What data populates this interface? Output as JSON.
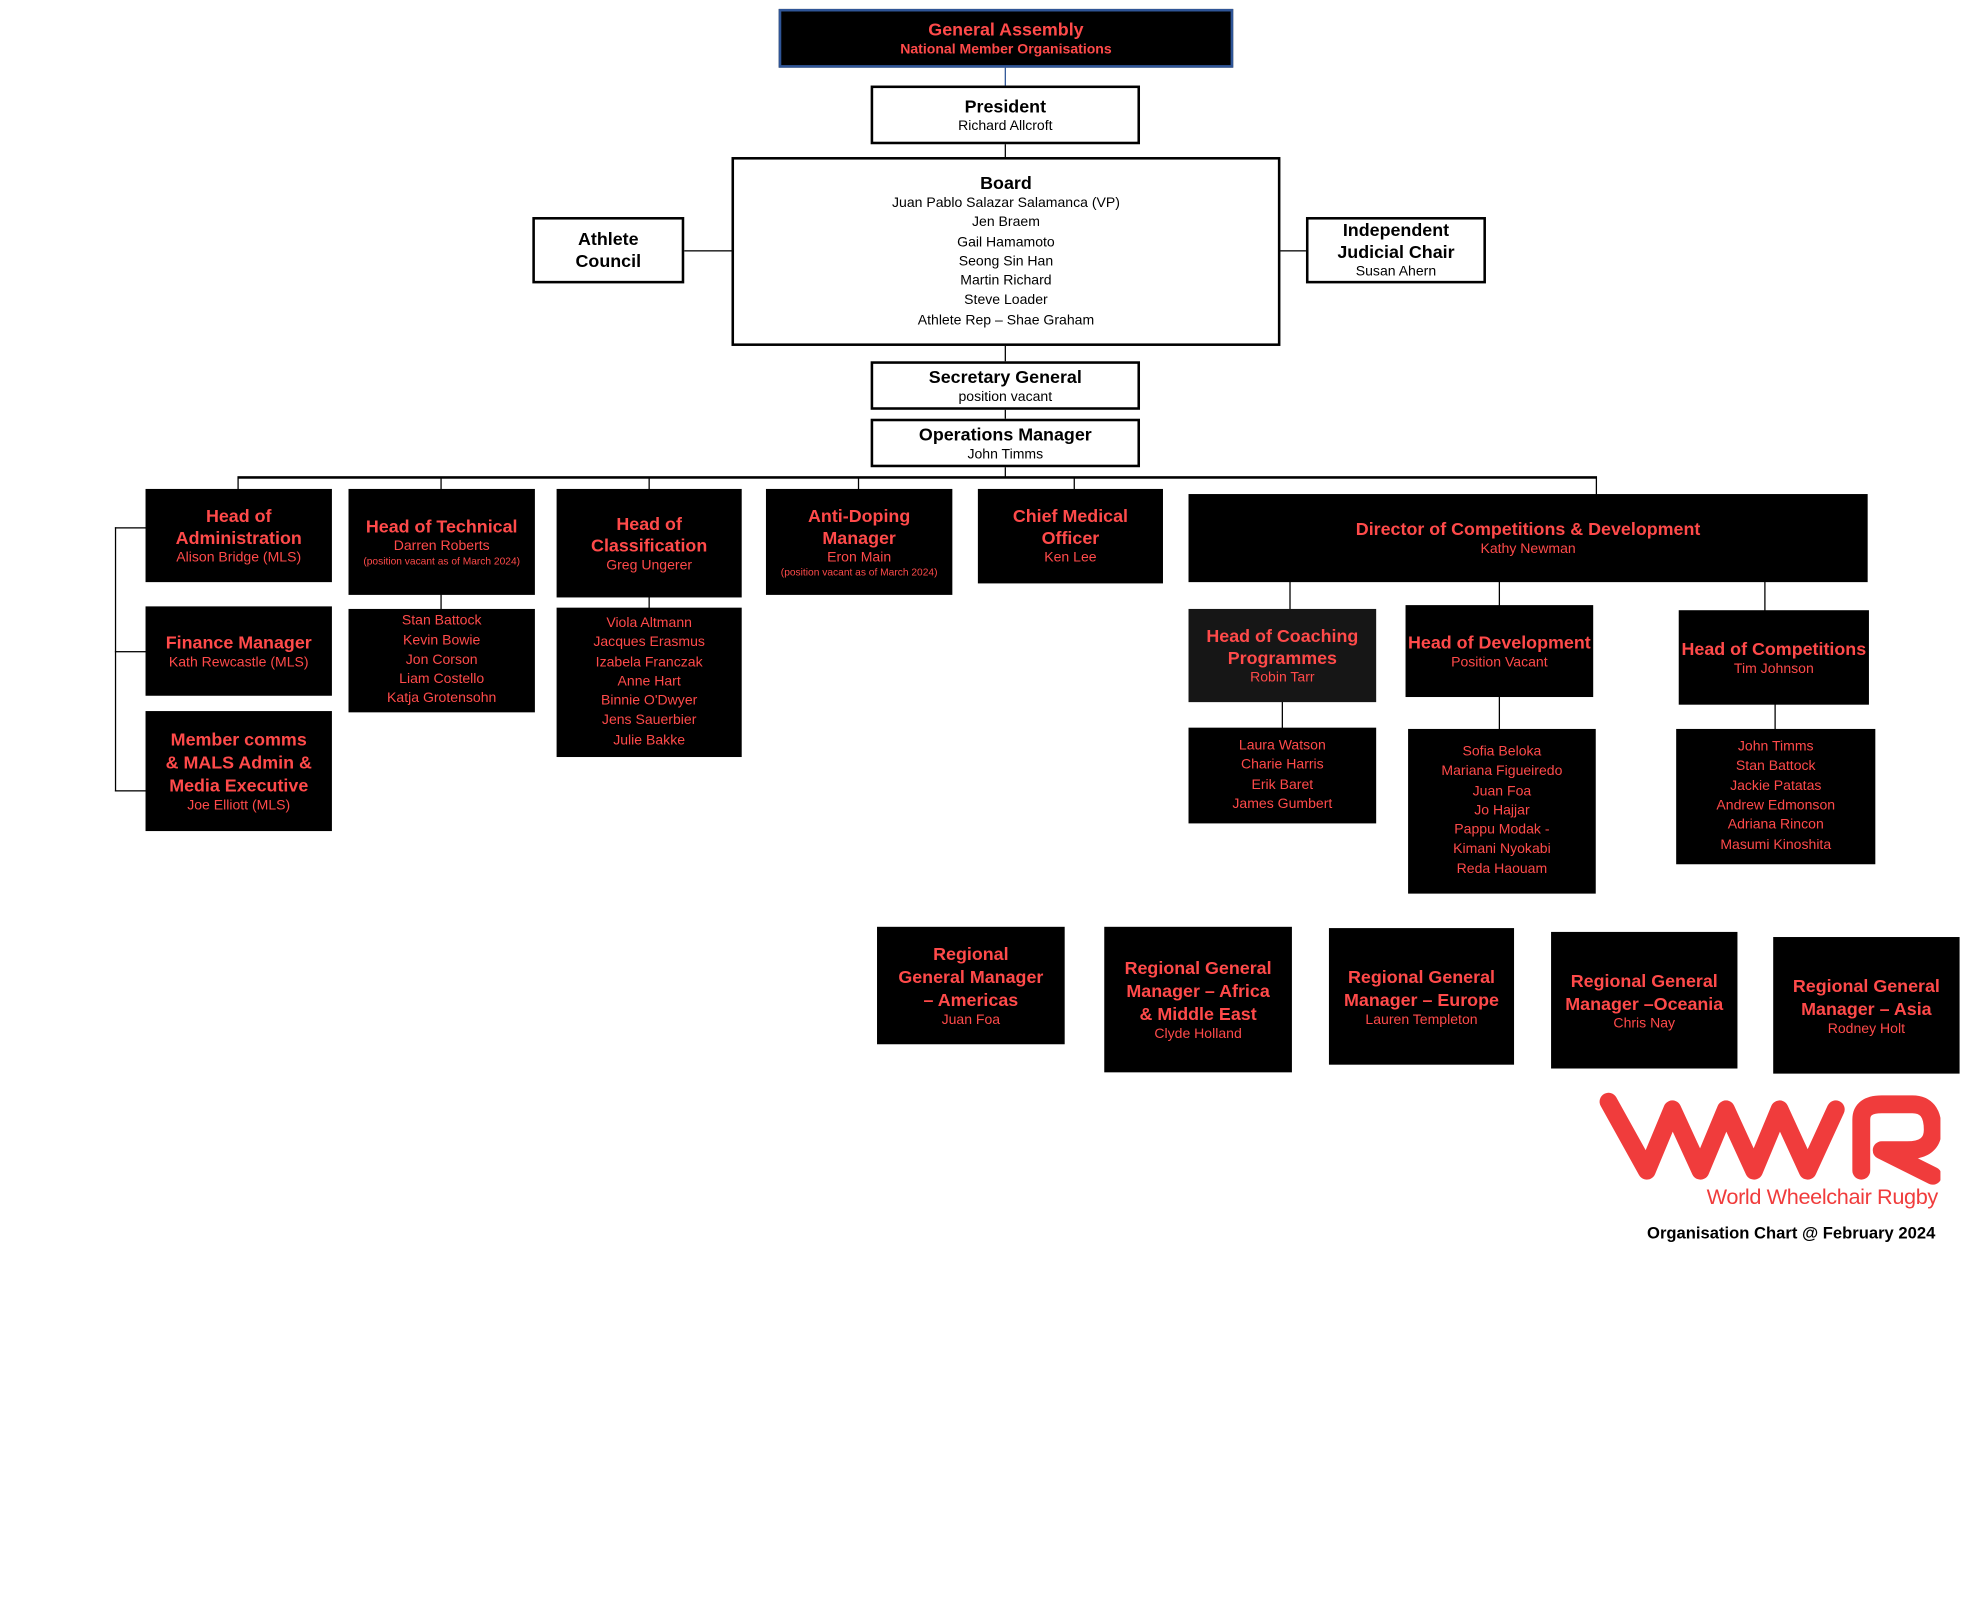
{
  "general_assembly": {
    "title": "General Assembly",
    "subtitle": "National Member Organisations"
  },
  "president": {
    "title": "President",
    "name": "Richard Allcroft"
  },
  "board": {
    "title": "Board",
    "members": [
      "Juan Pablo Salazar Salamanca (VP)",
      "Jen Braem",
      "Gail Hamamoto",
      "Seong Sin Han",
      "Martin Richard",
      "Steve Loader",
      "Athlete Rep – Shae Graham"
    ]
  },
  "athlete_council": {
    "title": "Athlete Council"
  },
  "judicial_chair": {
    "title": "Independent Judicial Chair",
    "name": "Susan Ahern"
  },
  "secretary_general": {
    "title": "Secretary General",
    "name": "position vacant"
  },
  "operations_manager": {
    "title": "Operations Manager",
    "name": "John Timms"
  },
  "head_admin": {
    "title": "Head of Administration",
    "name": "Alison Bridge (MLS)"
  },
  "finance_manager": {
    "title": "Finance Manager",
    "name": "Kath Rewcastle (MLS)"
  },
  "member_comms": {
    "title": "Member comms & MALS Admin & Media Executive",
    "name": "Joe Elliott (MLS)"
  },
  "head_technical": {
    "title": "Head of Technical",
    "name": "Darren Roberts",
    "note": "(position vacant as of March 2024)"
  },
  "technical_team": [
    "Stan Battock",
    "Kevin Bowie",
    "Jon Corson",
    "Liam Costello",
    "Katja Grotensohn"
  ],
  "head_classification": {
    "title": "Head of Classification",
    "name": "Greg Ungerer"
  },
  "classification_team": [
    "Viola Altmann",
    "Jacques Erasmus",
    "Izabela Franczak",
    "Anne Hart",
    "Binnie O'Dwyer",
    "Jens Sauerbier",
    "Julie Bakke"
  ],
  "anti_doping": {
    "title": "Anti-Doping Manager",
    "name": "Eron Main",
    "note": "(position vacant as of March 2024)"
  },
  "chief_medical": {
    "title": "Chief Medical Officer",
    "name": "Ken Lee"
  },
  "director_competitions": {
    "title": "Director of Competitions & Development",
    "name": "Kathy Newman"
  },
  "head_coaching": {
    "title": "Head of Coaching Programmes",
    "name": "Robin Tarr"
  },
  "coaching_team": [
    "Laura Watson",
    "Charie Harris",
    "Erik Baret",
    "James Gumbert"
  ],
  "head_development": {
    "title": "Head of Development",
    "name": "Position Vacant"
  },
  "development_team": [
    "Sofia Beloka",
    "Mariana Figueiredo",
    "Juan Foa",
    "Jo Hajjar",
    "Pappu Modak -",
    "Kimani Nyokabi",
    "Reda Haouam"
  ],
  "head_competitions": {
    "title": "Head of Competitions",
    "name": "Tim Johnson"
  },
  "competitions_team": [
    "John Timms",
    "Stan Battock",
    "Jackie Patatas",
    "Andrew Edmonson",
    "Adriana Rincon",
    "Masumi Kinoshita"
  ],
  "rgm_americas": {
    "title": "Regional General Manager – Americas",
    "name": "Juan Foa"
  },
  "rgm_africa": {
    "title": "Regional General Manager – Africa & Middle East",
    "name": "Clyde Holland"
  },
  "rgm_europe": {
    "title": "Regional General Manager – Europe",
    "name": "Lauren Templeton"
  },
  "rgm_oceania": {
    "title": "Regional General Manager –Oceania",
    "name": "Chris Nay"
  },
  "rgm_asia": {
    "title": "Regional General Manager – Asia",
    "name": "Rodney Holt"
  },
  "logo": {
    "text": "World Wheelchair Rugby",
    "color": "#f03c3c"
  },
  "footer": {
    "caption": "Organisation Chart @ February 2024"
  },
  "colors": {
    "box_fill": "#000000",
    "box_text": "#ff4a4a",
    "ga_border": "#2f5597"
  }
}
